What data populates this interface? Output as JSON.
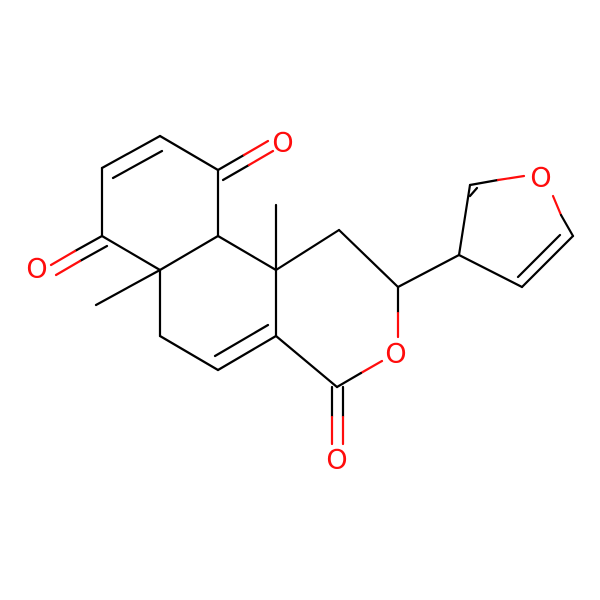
{
  "molecule": {
    "atom_labels": [
      {
        "id": "o-ketone-top",
        "text": "O",
        "color": "#ff0d0d"
      },
      {
        "id": "o-ketone-left",
        "text": "O",
        "color": "#ff0d0d"
      },
      {
        "id": "o-lactone-ring",
        "text": "O",
        "color": "#ff0d0d"
      },
      {
        "id": "o-lactone-carbonyl",
        "text": "O",
        "color": "#ff0d0d"
      },
      {
        "id": "o-furan",
        "text": "O",
        "color": "#ff0d0d"
      }
    ],
    "colors": {
      "carbon_bond": "#000000",
      "oxygen": "#ff0d0d",
      "background": "#ffffff"
    }
  }
}
